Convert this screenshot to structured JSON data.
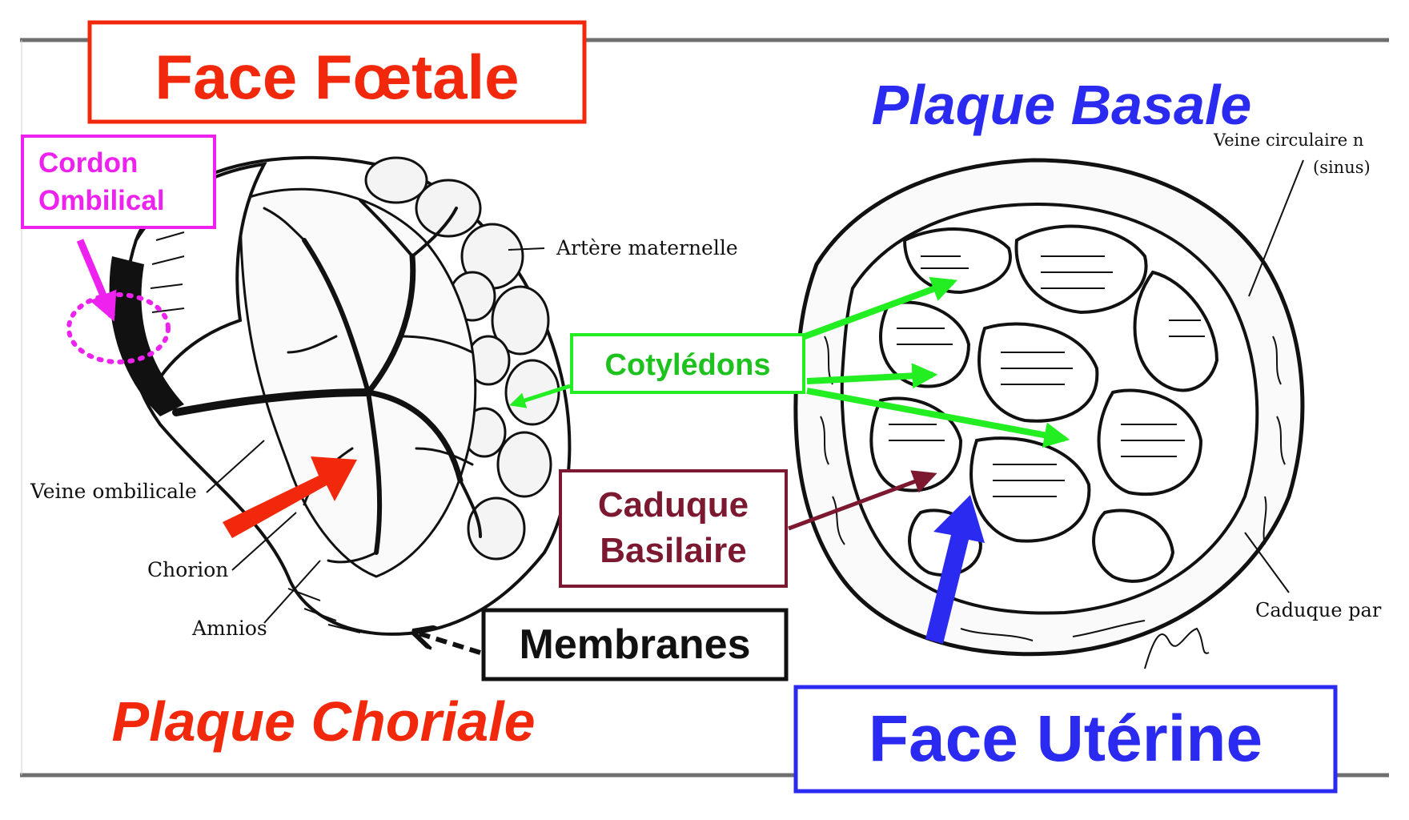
{
  "colors": {
    "red": "#f2280c",
    "magenta": "#ee22ee",
    "green": "#22ee22",
    "green_text": "#1ec21e",
    "maroon": "#7c1930",
    "blue": "#2a2af0",
    "black": "#111111",
    "frame_gray": "#6e6e6e"
  },
  "labels": {
    "face_foetale": "Face Fœtale",
    "plaque_basale": "Plaque Basale",
    "cordon_line1": "Cordon",
    "cordon_line2": "Ombilical",
    "cotyledons": "Cotylédons",
    "caduque_line1": "Caduque",
    "caduque_line2": "Basilaire",
    "membranes": "Membranes",
    "plaque_choriale": "Plaque Choriale",
    "face_uterine": "Face Utérine"
  },
  "drawing_labels": {
    "artere_maternelle": "Artère maternelle",
    "veine_circulaire_1": "Veine circulaire n",
    "veine_circulaire_2": "(sinus)",
    "veine_ombilicale": "Veine ombilicale",
    "chorion": "Chorion",
    "amnios": "Amnios",
    "caduque_par": "Caduque par"
  },
  "icons": [
    "placenta-fetal-side-drawing",
    "placenta-uterine-side-drawing"
  ]
}
